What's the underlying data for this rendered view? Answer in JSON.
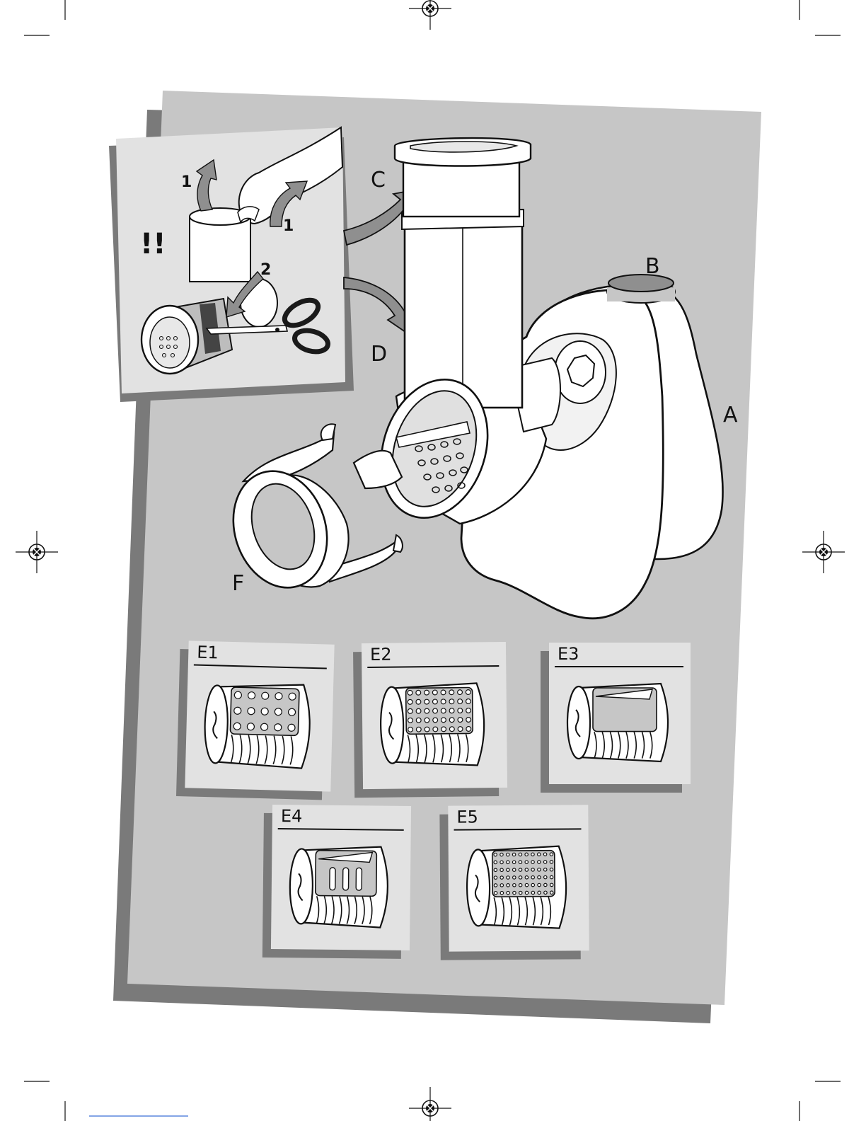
{
  "labels": {
    "a": "A",
    "b": "B",
    "c": "C",
    "d": "D",
    "f": "F",
    "warning": "!!",
    "step1a": "1",
    "step1b": "1",
    "step2": "2"
  },
  "cones": [
    {
      "label": "E1"
    },
    {
      "label": "E2"
    },
    {
      "label": "E3"
    },
    {
      "label": "E4"
    },
    {
      "label": "E5"
    }
  ],
  "colors": {
    "panel": "#c6c6c6",
    "panel_shadow": "#7a7a7a",
    "card": "#e2e2e2",
    "line": "#111111",
    "white": "#ffffff",
    "arrow": "#8f8f8f",
    "scissors_handle": "#1a1a1a"
  },
  "icons": [
    "registration-mark-icon",
    "scissors-icon",
    "hand-icon",
    "arrow-icon"
  ]
}
